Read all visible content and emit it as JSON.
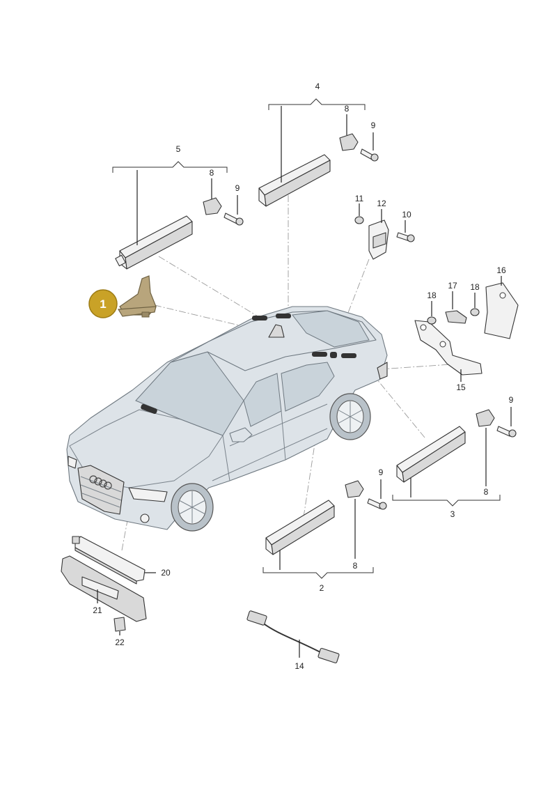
{
  "badge": {
    "label": "1",
    "color": "#c9a227"
  },
  "callouts": {
    "c2": "2",
    "c3": "3",
    "c4": "4",
    "c5": "5",
    "c8a": "8",
    "c8b": "8",
    "c8c": "8",
    "c8d": "8",
    "c9a": "9",
    "c9b": "9",
    "c9c": "9",
    "c9d": "9",
    "c10": "10",
    "c11": "11",
    "c12": "12",
    "c14": "14",
    "c15": "15",
    "c16": "16",
    "c17": "17",
    "c18a": "18",
    "c18b": "18",
    "c20": "20",
    "c21": "21",
    "c22": "22"
  },
  "colors": {
    "highlight_part": "#b8a57c",
    "car_body": "#dde3e8",
    "leader_lines": "#9a9a9a"
  }
}
